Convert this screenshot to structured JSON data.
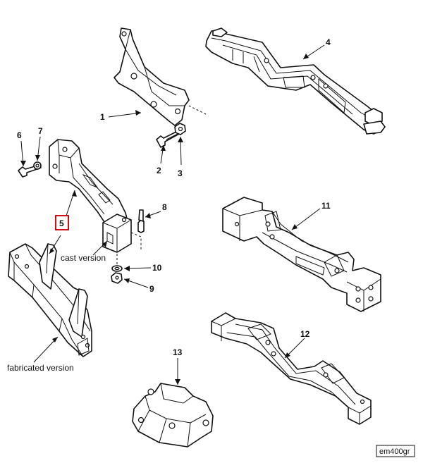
{
  "diagram": {
    "callouts": {
      "c1": "1",
      "c2": "2",
      "c3": "3",
      "c4": "4",
      "c5": "5",
      "c6": "6",
      "c7": "7",
      "c8": "8",
      "c9": "9",
      "c10": "10",
      "c11": "11",
      "c12": "12",
      "c13": "13"
    },
    "captions": {
      "cast": "cast version",
      "fabricated": "fabricated version"
    },
    "figure_code": "em400gr",
    "highlight_color": "#d01010"
  }
}
